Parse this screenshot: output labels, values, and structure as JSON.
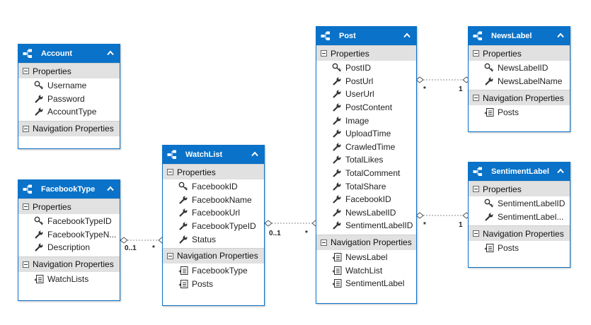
{
  "colors": {
    "header": "#0a72c8",
    "section": "#e1e1e1",
    "connector": "#8a8a8a"
  },
  "labels": {
    "properties": "Properties",
    "navigation": "Navigation Properties"
  },
  "icons": {
    "entity": "entity-icon",
    "key": "key-icon",
    "property": "wrench-icon",
    "navigation": "navigation-icon",
    "collapse": "chevron-up-icon"
  },
  "entities": {
    "account": {
      "name": "Account",
      "properties": [
        "Username",
        "Password",
        "AccountType"
      ],
      "keys": [
        "Username"
      ],
      "navigation": []
    },
    "facebooktype": {
      "name": "FacebookType",
      "properties": [
        "FacebookTypeID",
        "FacebookTypeN...",
        "Description"
      ],
      "keys": [
        "FacebookTypeID"
      ],
      "navigation": [
        "WatchLists"
      ]
    },
    "watchlist": {
      "name": "WatchList",
      "properties": [
        "FacebookID",
        "FacebookName",
        "FacebookUrl",
        "FacebookTypeID",
        "Status"
      ],
      "keys": [
        "FacebookID"
      ],
      "navigation": [
        "FacebookType",
        "Posts"
      ]
    },
    "post": {
      "name": "Post",
      "properties": [
        "PostID",
        "PostUrl",
        "UserUrl",
        "PostContent",
        "Image",
        "UploadTime",
        "CrawledTime",
        "TotalLikes",
        "TotalComment",
        "TotalShare",
        "FacebookID",
        "NewsLabelID",
        "SentimentLabelID"
      ],
      "keys": [
        "PostID"
      ],
      "navigation": [
        "NewsLabel",
        "WatchList",
        "SentimentLabel"
      ]
    },
    "newslabel": {
      "name": "NewsLabel",
      "properties": [
        "NewsLabelID",
        "NewsLabelName"
      ],
      "keys": [
        "NewsLabelID"
      ],
      "navigation": [
        "Posts"
      ]
    },
    "sentimentlabel": {
      "name": "SentimentLabel",
      "properties": [
        "SentimentLabelID",
        "SentimentLabel..."
      ],
      "keys": [
        "SentimentLabelID"
      ],
      "navigation": [
        "Posts"
      ]
    }
  },
  "associations": [
    {
      "from": "FacebookType",
      "to": "WatchList",
      "from_mult": "0..1",
      "to_mult": "*"
    },
    {
      "from": "WatchList",
      "to": "Post",
      "from_mult": "0..1",
      "to_mult": "*"
    },
    {
      "from": "Post",
      "to": "NewsLabel",
      "from_mult": "*",
      "to_mult": "1"
    },
    {
      "from": "Post",
      "to": "SentimentLabel",
      "from_mult": "*",
      "to_mult": "1"
    }
  ]
}
